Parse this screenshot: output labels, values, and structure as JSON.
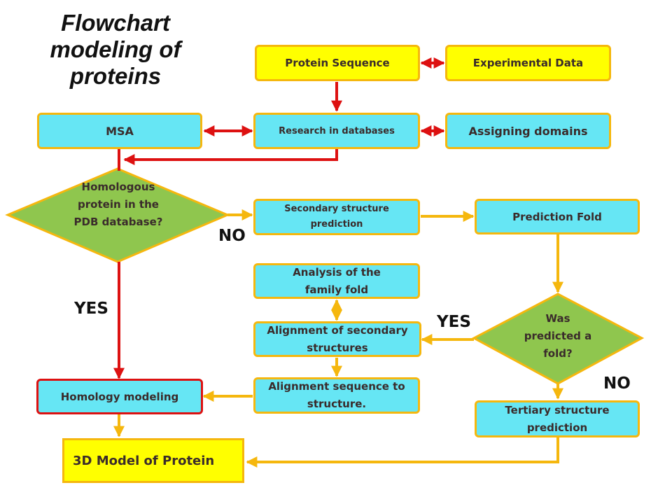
{
  "title": "Flowchart modeling of proteins",
  "nodes": {
    "protein_sequence": "Protein Sequence",
    "experimental_data": "Experimental Data",
    "msa": "MSA",
    "research_databases": "Research in databases",
    "assigning_domains": "Assigning domains",
    "homologous_question": "Homologous protein in the PDB database?",
    "secondary_prediction": "Secondary structure prediction",
    "prediction_fold": "Prediction Fold",
    "analysis_family_fold": "Analysis of the family fold",
    "alignment_secondary": "Alignment of secondary structures",
    "alignment_sequence": "Alignment sequence to structure.",
    "fold_question": "Was predicted a fold?",
    "homology_modeling": "Homology modeling",
    "tertiary_prediction": "Tertiary structure prediction",
    "model_3d": "3D Model of Protein"
  },
  "edge_labels": {
    "no_homologous": "NO",
    "yes_homologous": "YES",
    "yes_fold": "YES",
    "no_fold": "NO"
  },
  "colors": {
    "box_fill_cyan": "#66e6f4",
    "box_fill_yellow": "#ffff00",
    "diamond_fill": "#8fc64e",
    "border_gold": "#f5b70e",
    "arrow_red": "#dd1111",
    "arrow_gold": "#f5b70e"
  }
}
